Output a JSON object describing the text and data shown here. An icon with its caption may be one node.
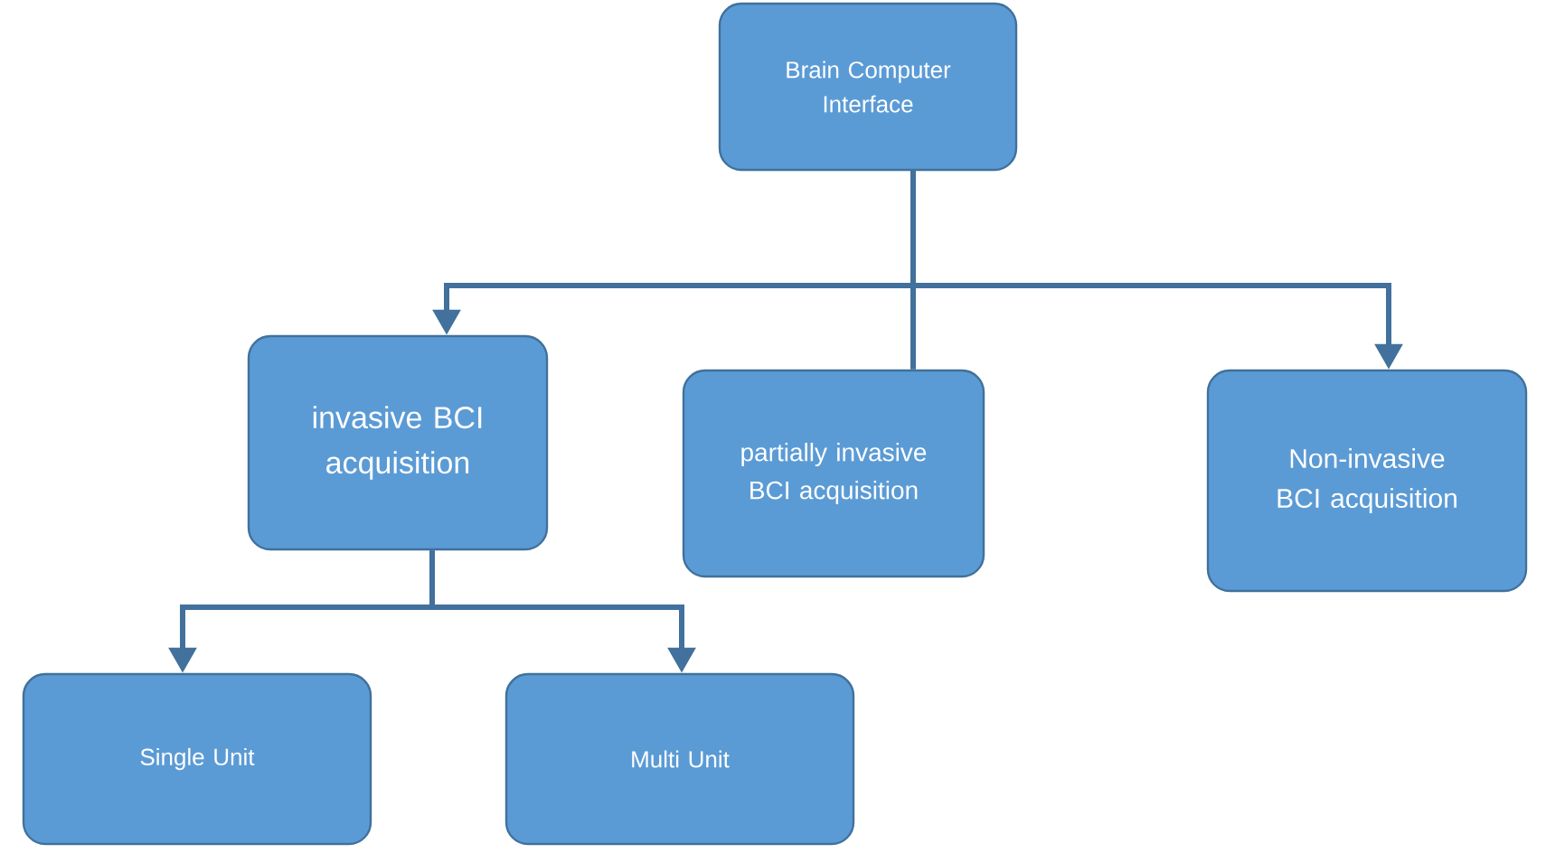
{
  "diagram": {
    "nodes": [
      {
        "text": [
          "Brain Computer Interface"
        ]
      },
      {
        "text": [
          "invasive BCI acquisition"
        ]
      },
      {
        "text": [
          "partially invasive BCI acquisition"
        ]
      },
      {
        "text": [
          "Non-invasive BCI acquisition"
        ]
      },
      {
        "text": [
          "Single Unit"
        ]
      },
      {
        "text": [
          "Multi Unit"
        ]
      }
    ],
    "edges": [
      {
        "from": 0,
        "to": 1,
        "arrow": "to"
      },
      {
        "from": 0,
        "to": 2,
        "arrow": "none"
      },
      {
        "from": 0,
        "to": 3,
        "arrow": "to"
      },
      {
        "from": 1,
        "to": 4,
        "arrow": "to"
      },
      {
        "from": 1,
        "to": 5,
        "arrow": "to"
      }
    ]
  }
}
